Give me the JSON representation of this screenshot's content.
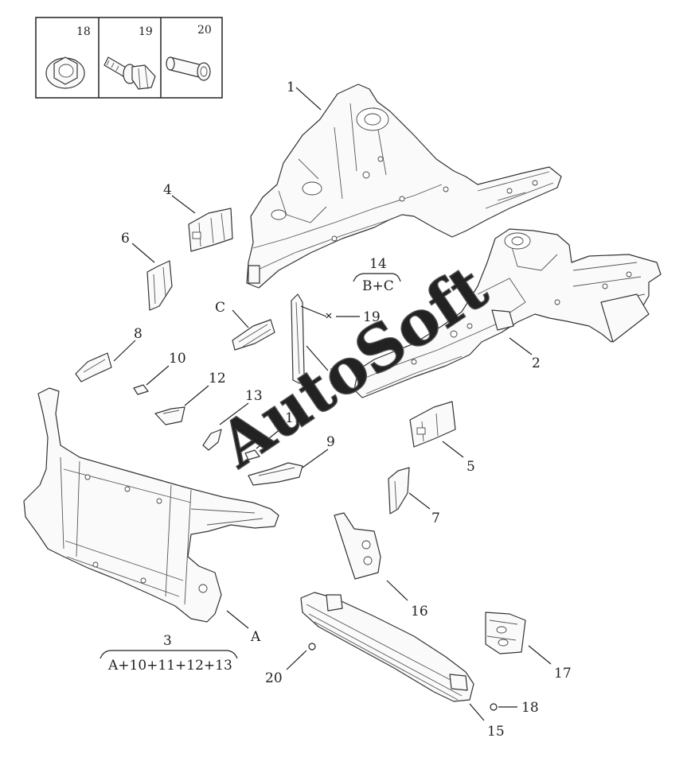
{
  "inset": {
    "items": [
      {
        "number": "18",
        "icon": "flange-nut-icon"
      },
      {
        "number": "19",
        "icon": "bolt-icon"
      },
      {
        "number": "20",
        "icon": "sleeve-icon"
      }
    ]
  },
  "callouts": {
    "c1": "1",
    "c2": "2",
    "c4": "4",
    "c5": "5",
    "c6": "6",
    "c7": "7",
    "c8": "8",
    "c9": "9",
    "c10": "10",
    "c11": "11",
    "c12": "12",
    "c13": "13",
    "c15": "15",
    "c16": "16",
    "c17": "17",
    "c18": "18",
    "c19": "19",
    "c20": "20",
    "cA": "A",
    "cB": "B",
    "cC": "C"
  },
  "groups": {
    "g14": {
      "number": "14",
      "formula": "B+C"
    },
    "g3": {
      "number": "3",
      "formula": "A+10+11+12+13"
    }
  },
  "watermark": "AutoSoft"
}
